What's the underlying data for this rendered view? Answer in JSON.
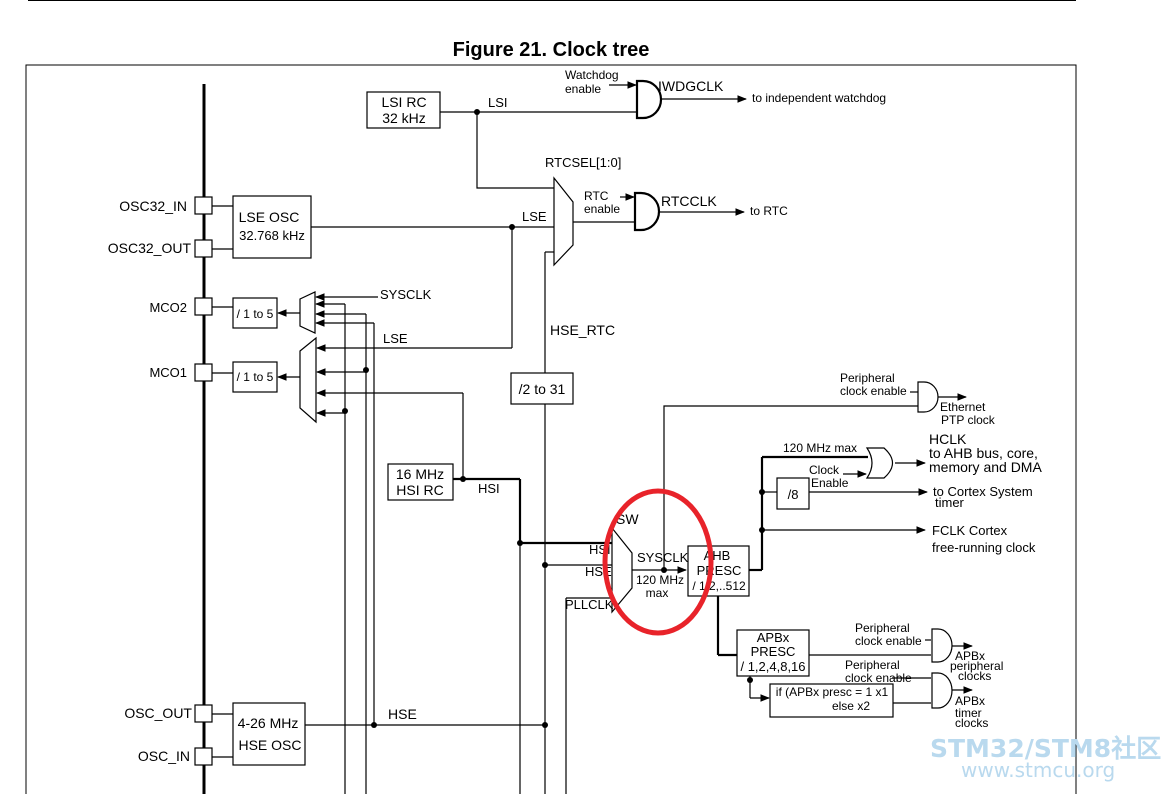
{
  "figure": {
    "title": "Figure 21. Clock tree"
  },
  "pins": {
    "osc32_in": "OSC32_IN",
    "osc32_out": "OSC32_OUT",
    "mco2": "MCO2",
    "mco1": "MCO1",
    "osc_out": "OSC_OUT",
    "osc_in": "OSC_IN"
  },
  "blocks": {
    "lsi_rc": [
      "LSI RC",
      "32 kHz"
    ],
    "lse_osc": [
      "LSE OSC",
      "32.768 kHz"
    ],
    "mco2_div": "/ 1 to 5",
    "mco1_div": "/ 1 to 5",
    "hsi_rc": [
      "16 MHz",
      "HSI RC"
    ],
    "hse_rtc_div": "/2 to 31",
    "hse_osc": [
      "4-26 MHz",
      "HSE OSC"
    ],
    "ahb_presc": [
      "AHB",
      "PRESC",
      "/ 1,2,..512"
    ],
    "div8": "/8",
    "apbx_presc": [
      "APBx",
      "PRESC",
      "/ 1,2,4,8,16"
    ],
    "timer_mult": [
      "if (APBx presc = 1 x1",
      "else  x2"
    ]
  },
  "signals": {
    "lsi": "LSI",
    "lse_rtc": "LSE",
    "rtcsel": "RTCSEL[1:0]",
    "hse_rtc": "HSE_RTC",
    "sysclk_mco2": "SYSCLK",
    "lse_mco1": "LSE",
    "hsi": "HSI",
    "hse": "HSE",
    "sw": "SW",
    "sw_hsi": "HSI",
    "sw_hse": "HSE",
    "sw_pll": "PLLCLK",
    "sysclk": "SYSCLK",
    "sysclk_max": [
      "120 MHz",
      "max"
    ],
    "ahb_max": "120 MHz max"
  },
  "gates": {
    "watchdog_enable": [
      "Watchdog",
      "enable"
    ],
    "iwdgclk": "IWDGCLK",
    "rtc_enable": [
      "RTC",
      "enable"
    ],
    "rtcclk": "RTCCLK",
    "eth_enable": [
      "Peripheral",
      "clock enable"
    ],
    "hclk_enable": [
      "Clock",
      "Enable"
    ],
    "apb_periph_enable": [
      "Peripheral",
      "clock enable"
    ],
    "apb_timer_enable": [
      "Peripheral",
      "clock enable"
    ]
  },
  "outputs": {
    "watchdog": "to independent watchdog",
    "rtc": "to RTC",
    "ethernet": [
      "Ethernet",
      "PTP clock"
    ],
    "hclk": [
      "HCLK",
      "to AHB bus, core,",
      "memory and DMA"
    ],
    "cortex_timer": [
      "to Cortex System",
      "timer"
    ],
    "fclk": [
      "FCLK Cortex",
      "free-running clock"
    ],
    "apb_periph": [
      "APBx",
      "peripheral",
      "clocks"
    ],
    "apb_timer": [
      "APBx",
      "timer",
      "clocks"
    ]
  },
  "watermark": [
    "STM32/STM8社区",
    "www.stmcu.org"
  ],
  "highlight_color": "#e8232a"
}
